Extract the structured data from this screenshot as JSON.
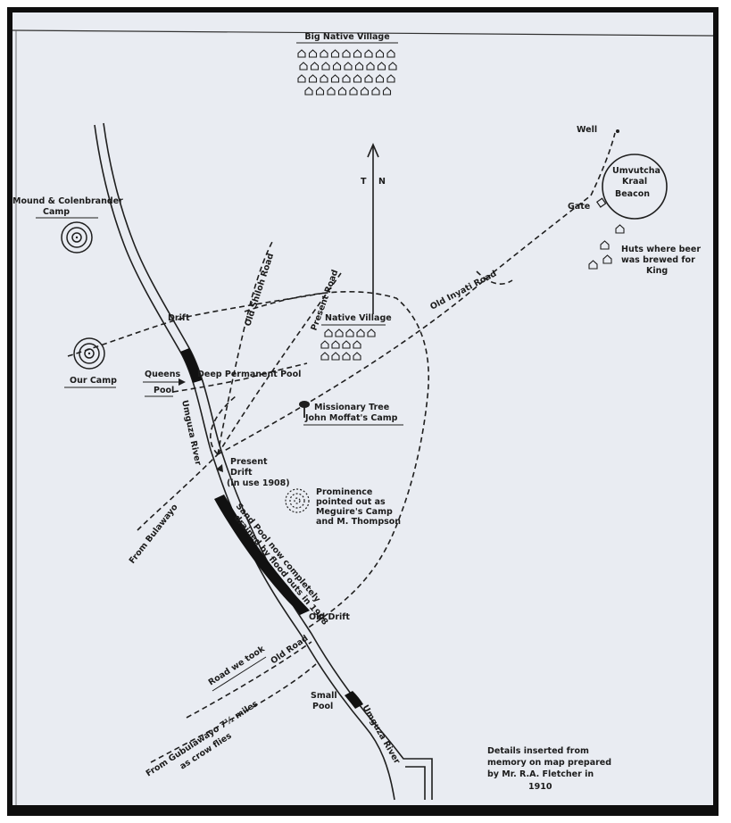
{
  "title": "Big Native Village",
  "labels": {
    "well": "Well",
    "kraal_line1": "Umvutcha",
    "kraal_line2": "Kraal",
    "beacon": "Beacon",
    "gate": "Gate",
    "huts_line1": "Huts where beer",
    "huts_line2": "was brewed for",
    "huts_line3": "King",
    "north_t": "T",
    "north_n": "N",
    "mound_line1": "Mound & Colenbrander",
    "mound_line2": "Camp",
    "drift": "Drift",
    "old_shiloh_road": "Old Shiloh Road",
    "present_road": "Present Road",
    "old_inyati_road": "Old Inyati Road",
    "native_village": "Native Village",
    "our_camp": "Our Camp",
    "queens": "Queens",
    "pool": "Pool",
    "deep_permanent_pool": "Deep Permanent Pool",
    "umguza_river_upper": "Umguza River",
    "missionary_tree": "Missionary Tree",
    "moffat_camp": "John Moffat's Camp",
    "present_drift_line1": "Present",
    "present_drift_line2": "Drift",
    "present_drift_line3": "(in use 1908)",
    "from_bulawayo": "From Bulawayo",
    "prominence_line1": "Prominence",
    "prominence_line2": "pointed out as",
    "prominence_line3": "Meguire's Camp",
    "prominence_line4": "and M. Thompson",
    "sand_pool_line1": "Sand Pool now completely",
    "sand_pool_line2": "drained by flood outs in 1908",
    "old_drift": "Old Drift",
    "old_road": "Old Road",
    "road_we_took": "Road we took",
    "small_pool_line1": "Small",
    "small_pool_line2": "Pool",
    "umguza_river_lower": "Umguza River",
    "from_gubulawayo_line1": "From Gubulawayo 7½ miles",
    "from_gubulawayo_line2": "as crow flies",
    "details_line1": "Details inserted from",
    "details_line2": "memory on map prepared",
    "details_line3": "by Mr. R.A. Fletcher in",
    "details_line4": "1910"
  },
  "colors": {
    "paper": "#e9ecf2",
    "ink": "#1f1f1f",
    "frame": "#0e0e0e"
  },
  "symbols": {
    "hut": "hut-icon",
    "camp": "concentric-circles-icon",
    "tree": "tree-icon",
    "north_arrow": "north-arrow-icon"
  }
}
